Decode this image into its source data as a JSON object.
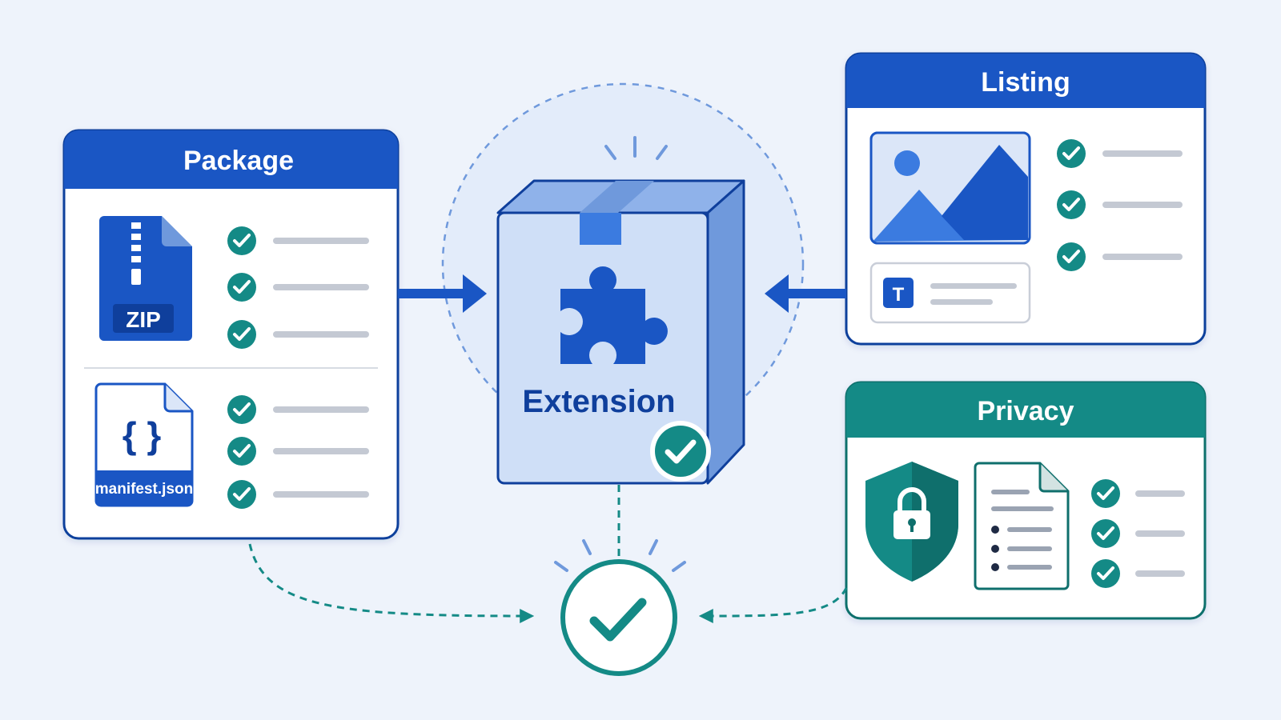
{
  "colors": {
    "background": "#eef3fb",
    "blue": "#1a56c4",
    "blue_dark": "#0f3f9c",
    "teal": "#148a86",
    "teal_dark": "#0f6f6c",
    "line_gray": "#c4c9d3",
    "box_face": "#cfdff7",
    "box_side": "#6f99dc"
  },
  "package": {
    "title": "Package",
    "zip_label": "ZIP",
    "manifest_label": "manifest.json",
    "manifest_glyph": "{ }"
  },
  "listing": {
    "title": "Listing",
    "text_badge": "T"
  },
  "privacy": {
    "title": "Privacy"
  },
  "extension": {
    "label": "Extension"
  },
  "icons": {
    "zip_file": "zip-file-icon",
    "json_file": "json-file-icon",
    "image": "image-icon",
    "shield_lock": "shield-lock-icon",
    "document": "document-icon",
    "puzzle": "puzzle-piece-icon",
    "check": "check-icon"
  }
}
